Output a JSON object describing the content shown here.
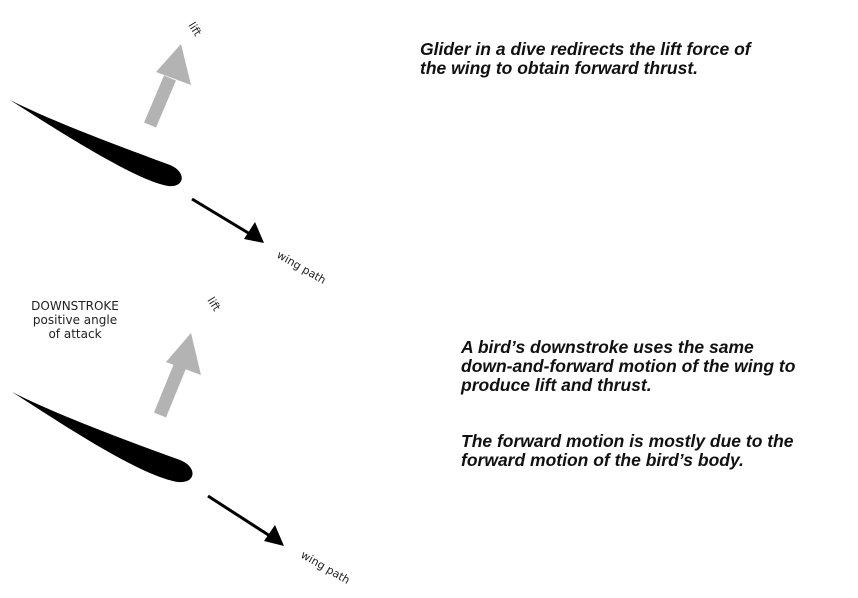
{
  "glider_panel": {
    "caption": [
      "Glider in a dive redirects the lift force of",
      "the wing to obtain forward thrust."
    ],
    "lift_label": "lift",
    "path_label": "wing path"
  },
  "bird_panel": {
    "stroke_title": "DOWNSTROKE",
    "stroke_subtitle_1": "positive angle",
    "stroke_subtitle_2": "of attack",
    "lift_label": "lift",
    "path_label": "wing path",
    "caption_1": [
      "A bird’s downstroke uses the same",
      "down-and-forward motion of the wing to",
      "produce lift and thrust."
    ],
    "caption_2": [
      "The forward motion is mostly due to the",
      "forward motion of the bird’s body."
    ]
  },
  "colors": {
    "wing": "#000000",
    "lift_arrow": "#b3b3b3",
    "path_arrow": "#000000"
  }
}
